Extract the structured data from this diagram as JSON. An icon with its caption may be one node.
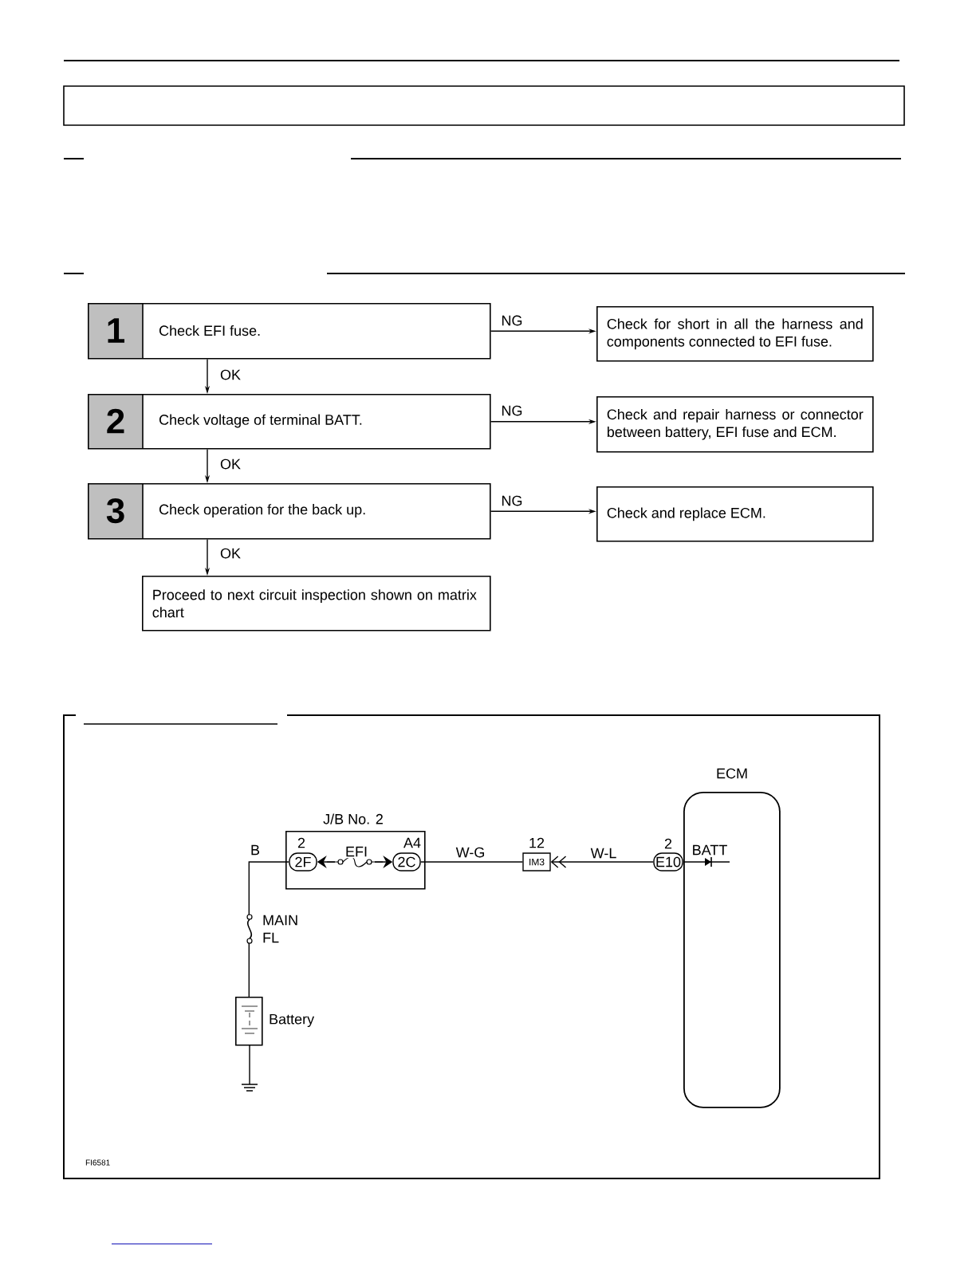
{
  "diagram": {
    "nodes": [
      {
        "text": [
          "1",
          "Check EFI fuse."
        ]
      },
      {
        "text": [
          "Check for short in all the harness and components connected to EFI fuse."
        ]
      },
      {
        "text": [
          "2",
          "Check voltage of terminal BATT."
        ]
      },
      {
        "text": [
          "Check and repair harness or connector between battery, EFI fuse and ECM."
        ]
      },
      {
        "text": [
          "3",
          "Check operation for the back up."
        ]
      },
      {
        "text": [
          "Check and replace ECM."
        ]
      },
      {
        "text": [
          "Proceed to next circuit inspection shown on matrix chart"
        ]
      },
      {
        "text": [
          "J/B No. 2"
        ]
      },
      {
        "text": [
          "2F"
        ],
        "in": 7,
        "beside": [
          "2"
        ]
      },
      {
        "text": [
          "2C"
        ],
        "in": 7,
        "beside": [
          "A4"
        ]
      },
      {
        "text": [
          "IM3"
        ],
        "beside": [
          "12"
        ]
      },
      {
        "text": [
          "E10"
        ],
        "beside": [
          "2"
        ]
      },
      {
        "text": [
          "ECM"
        ]
      },
      {
        "text": [],
        "shape": "battery",
        "beside": [
          "Battery"
        ]
      }
    ],
    "edges": [
      {
        "from": 0,
        "to": 1,
        "arrow": "to",
        "label": "NG"
      },
      {
        "from": 0,
        "to": 2,
        "arrow": "to",
        "label": "OK"
      },
      {
        "from": 2,
        "to": 3,
        "arrow": "to",
        "label": "NG"
      },
      {
        "from": 2,
        "to": 4,
        "arrow": "to",
        "label": "OK"
      },
      {
        "from": 4,
        "to": 5,
        "arrow": "to",
        "label": "NG"
      },
      {
        "from": 4,
        "to": 6,
        "arrow": "to",
        "label": "OK"
      },
      {
        "from": 13,
        "to": 8,
        "arrow": "none",
        "label": "B"
      },
      {
        "from": 8,
        "to": 9,
        "arrow": "both",
        "label": "EFI"
      },
      {
        "from": 9,
        "to": 10,
        "arrow": "none",
        "label": "W-G"
      },
      {
        "from": 11,
        "to": 10,
        "arrow": "to",
        "label": "W-L"
      }
    ],
    "labels": [
      "MAIN FL",
      "BATT",
      "FI6581"
    ]
  }
}
